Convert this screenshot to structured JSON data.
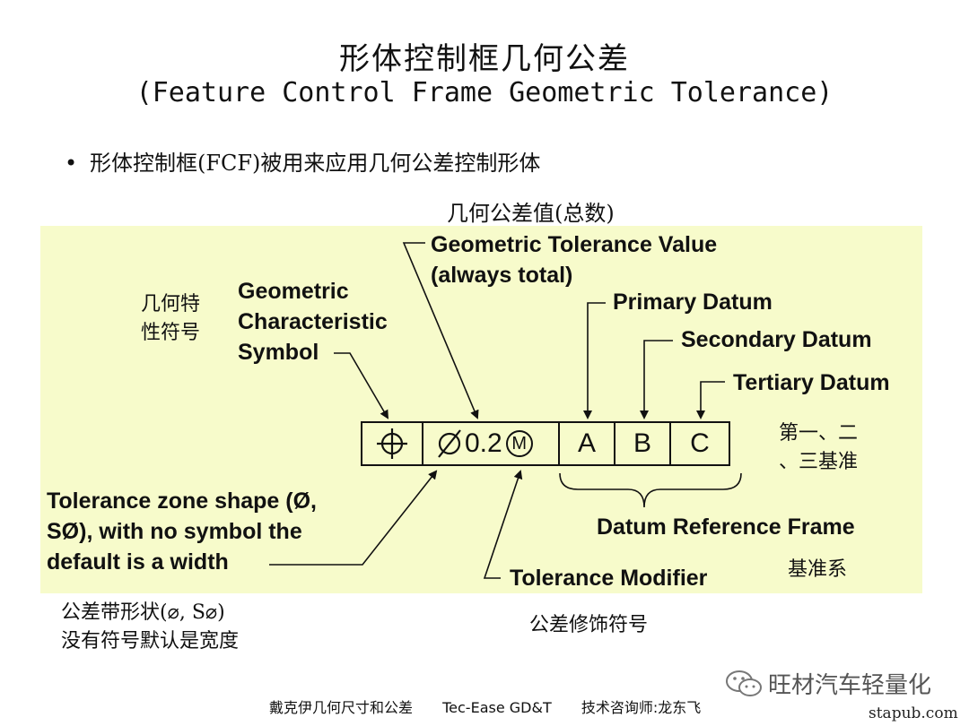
{
  "title": {
    "cn": "形体控制框几何公差",
    "en": "(Feature Control Frame Geometric Tolerance)"
  },
  "bullet": {
    "symbol": "•",
    "text": "形体控制框(FCF)被用来应用几何公差控制形体"
  },
  "diagram": {
    "tolerance_value_cn": "几何公差值(总数)",
    "tolerance_value_en": "Geometric Tolerance Value\n(always total)",
    "geom_char_cn": "几何特\n性符号",
    "geom_char_en": "Geometric\nCharacteristic\nSymbol",
    "primary_datum": "Primary Datum",
    "secondary_datum": "Secondary Datum",
    "tertiary_datum": "Tertiary Datum",
    "datums_cn": "第一、二\n、三基准",
    "zone_shape_en": "Tolerance zone shape (Ø,\nSØ), with no symbol the\ndefault is a width",
    "drf_en": "Datum Reference Frame",
    "drf_cn": "基准系",
    "modifier_en": "Tolerance Modifier",
    "zone_shape_cn": "公差带形状(⌀, S⌀)\n没有符号默认是宽度",
    "modifier_cn": "公差修饰符号",
    "frame": {
      "symbol_icon": "position-icon",
      "tolerance": "0.2",
      "diameter_icon": "diameter-icon",
      "modifier_icon": "mmc-circle-m-icon",
      "modifier_letter": "M",
      "datum_a": "A",
      "datum_b": "B",
      "datum_c": "C"
    }
  },
  "footer": {
    "book": "戴克伊几何尺寸和公差",
    "brand": "Tec-Ease GD&T",
    "advisor": "技术咨询师:龙东飞"
  },
  "watermark": {
    "icon": "wechat-icon",
    "text": "旺材汽车轻量化"
  },
  "site": "stapub.com"
}
